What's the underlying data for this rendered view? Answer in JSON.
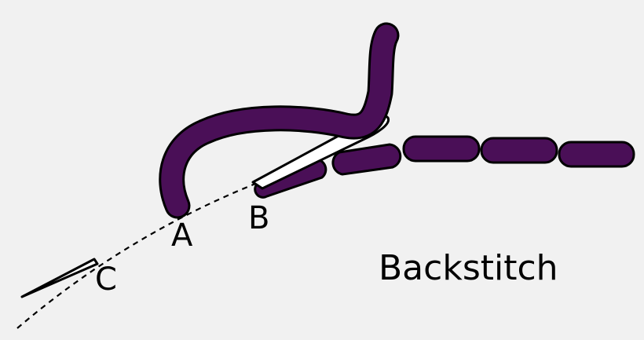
{
  "diagram": {
    "title": "Backstitch",
    "points": {
      "a": "A",
      "b": "B",
      "c": "C"
    },
    "colors": {
      "thread": "#4a0f57",
      "outline": "#000000",
      "needle": "#ffffff",
      "background": "#f1f1f1"
    },
    "icons": [
      "needle-icon",
      "thread-icon"
    ]
  }
}
